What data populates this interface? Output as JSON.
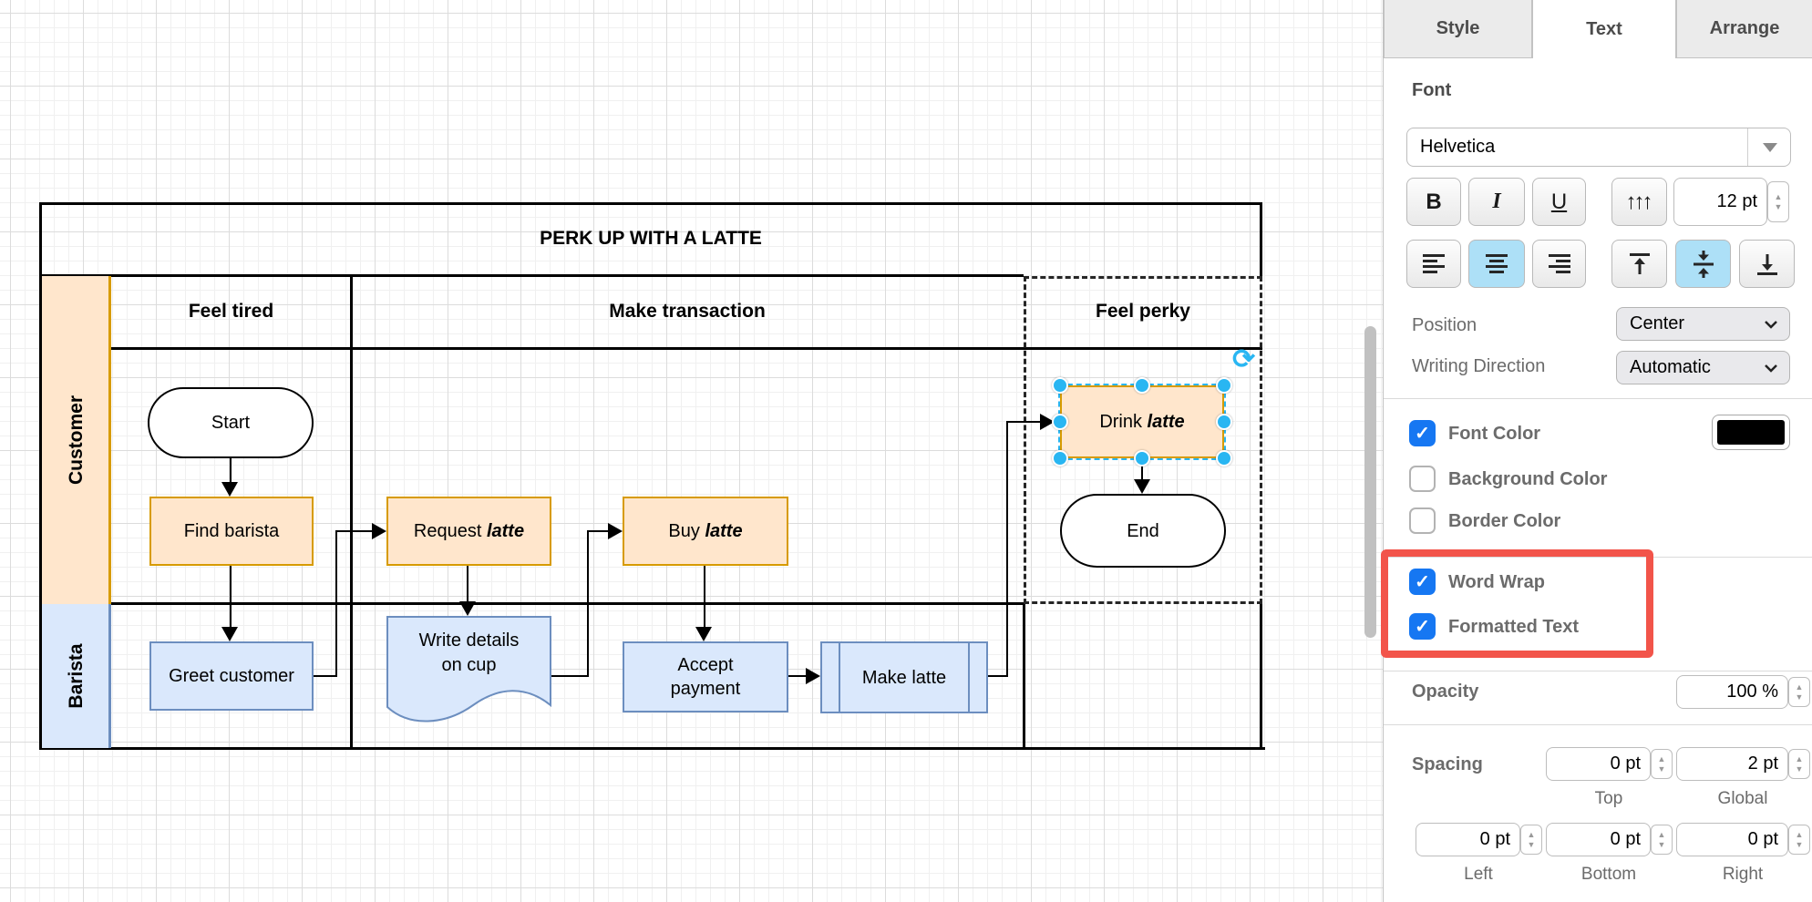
{
  "diagram": {
    "title": "PERK UP WITH A LATTE",
    "lanes": {
      "customer": "Customer",
      "barista": "Barista"
    },
    "phases": {
      "feel_tired": "Feel tired",
      "make_transaction": "Make transaction",
      "feel_perky": "Feel perky"
    },
    "nodes": {
      "start": "Start",
      "find_barista": "Find barista",
      "request_latte_prefix": "Request ",
      "buy_latte_prefix": "Buy ",
      "drink_latte_prefix": "Drink ",
      "latte_word": "latte",
      "greet_customer": "Greet customer",
      "write_details_line1": "Write details",
      "write_details_line2": "on cup",
      "accept_payment_line1": "Accept",
      "accept_payment_line2": "payment",
      "make_latte": "Make latte",
      "end": "End"
    },
    "colors": {
      "orange_fill": "#ffe6cc",
      "orange_stroke": "#d79b00",
      "blue_fill": "#dae8fc",
      "blue_stroke": "#6c8ebf",
      "selection_cyan": "#29b6f2"
    }
  },
  "panel": {
    "tabs": {
      "style": "Style",
      "text": "Text",
      "arrange": "Arrange"
    },
    "font_section": {
      "heading": "Font",
      "family": "Helvetica",
      "bold": "B",
      "italic": "I",
      "underline": "U",
      "size_value": "12 pt"
    },
    "position_label": "Position",
    "position_value": "Center",
    "writing_direction_label": "Writing Direction",
    "writing_direction_value": "Automatic",
    "font_color_label": "Font Color",
    "background_color_label": "Background Color",
    "border_color_label": "Border Color",
    "word_wrap_label": "Word Wrap",
    "formatted_text_label": "Formatted Text",
    "opacity_label": "Opacity",
    "opacity_value": "100 %",
    "spacing": {
      "heading": "Spacing",
      "top_value": "0 pt",
      "top_label": "Top",
      "global_value": "2 pt",
      "global_label": "Global",
      "left_value": "0 pt",
      "left_label": "Left",
      "bottom_value": "0 pt",
      "bottom_label": "Bottom",
      "right_value": "0 pt",
      "right_label": "Right"
    },
    "colors": {
      "accent_blue": "#1677f2",
      "highlight_red": "#f2544a",
      "active_button_blue": "#ade0f7"
    }
  },
  "icons": {
    "check": "✓",
    "rotate": "⟳",
    "vertical_text": "↑↑↑",
    "stepper_up": "▲",
    "stepper_down": "▼"
  }
}
